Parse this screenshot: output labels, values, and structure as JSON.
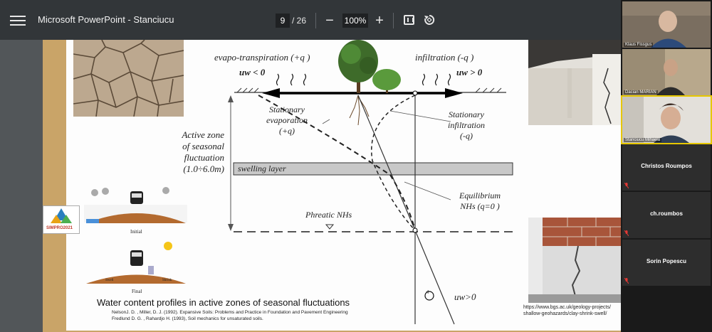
{
  "viewer": {
    "title": "Microsoft PowerPoint - Stanciucu",
    "page_current": "9",
    "page_total": "/ 26",
    "zoom": "100%",
    "zoom_out_label": "−",
    "zoom_in_label": "+"
  },
  "slide": {
    "evapo_label": "evapo-transpiration (+q )",
    "uw_less": "uw < 0",
    "infiltration_label": "infiltration (-q )",
    "uw_greater": "uw > 0",
    "stationary_evaporation": [
      "Stationary",
      "evaporation",
      "(+q)"
    ],
    "stationary_infiltration": [
      "Stationary",
      "infiltration",
      "(-q)"
    ],
    "active_zone": [
      "Active zone",
      "of seasonal",
      "fluctuation",
      "(1.0÷6.0m)"
    ],
    "swelling_layer": "swelling layer",
    "equilibrium": [
      "Equilibrium",
      "NHs (q=0 )"
    ],
    "phreatic": "Phreatic NHs",
    "uw_bottom": "uw>0",
    "plus_symbol": "+",
    "initial_label": "Initial",
    "final_label": "Final",
    "swell_label": "Swell",
    "shrink_label": "Shrink",
    "caption": "Water content profiles in active zones of seasonal fluctuations",
    "references": [
      "NelsonJ. D.  , Miller, D. J. (1992). Expansive Soils: Problems and Practice in Foundation and Pavement Engineering",
      "Fredlund D. G. , Rahardjo H. (1993), Soil mechanics for unsaturated soils."
    ],
    "url_lines": [
      "https://www.bgs.ac.uk/geology-projects/",
      "shallow-geohazards/clay-shrink-swell/"
    ],
    "logo_text": "SIMPRO2021"
  },
  "participants": [
    {
      "name": "Klaus Fissgus",
      "type": "video"
    },
    {
      "name": "Dacian MARIAN",
      "type": "video"
    },
    {
      "name": "Stanciucu Mihaela",
      "type": "video"
    },
    {
      "name": "Christos Roumpos",
      "type": "name"
    },
    {
      "name": "ch.roumbos",
      "type": "name"
    },
    {
      "name": "Sorin Popescu",
      "type": "name"
    }
  ],
  "colors": {
    "toolbar": "#323639",
    "accent": "#e6c700",
    "mute": "#e53935"
  }
}
